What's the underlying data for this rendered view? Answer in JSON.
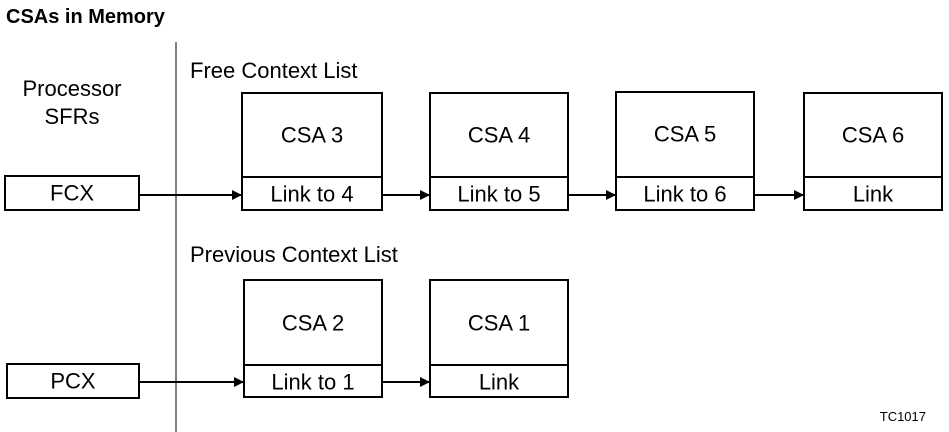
{
  "title": "CSAs in Memory",
  "processor_label": [
    "Processor",
    "SFRs"
  ],
  "free_list": {
    "label": "Free Context List",
    "register": "FCX",
    "csas": [
      {
        "name": "CSA 3",
        "link": "Link to 4"
      },
      {
        "name": "CSA 4",
        "link": "Link to 5"
      },
      {
        "name": "CSA 5",
        "link": "Link to 6"
      },
      {
        "name": "CSA 6",
        "link": "Link"
      }
    ]
  },
  "previous_list": {
    "label": "Previous Context List",
    "register": "PCX",
    "csas": [
      {
        "name": "CSA 2",
        "link": "Link to 1"
      },
      {
        "name": "CSA 1",
        "link": "Link"
      }
    ]
  },
  "figure_id": "TC1017"
}
